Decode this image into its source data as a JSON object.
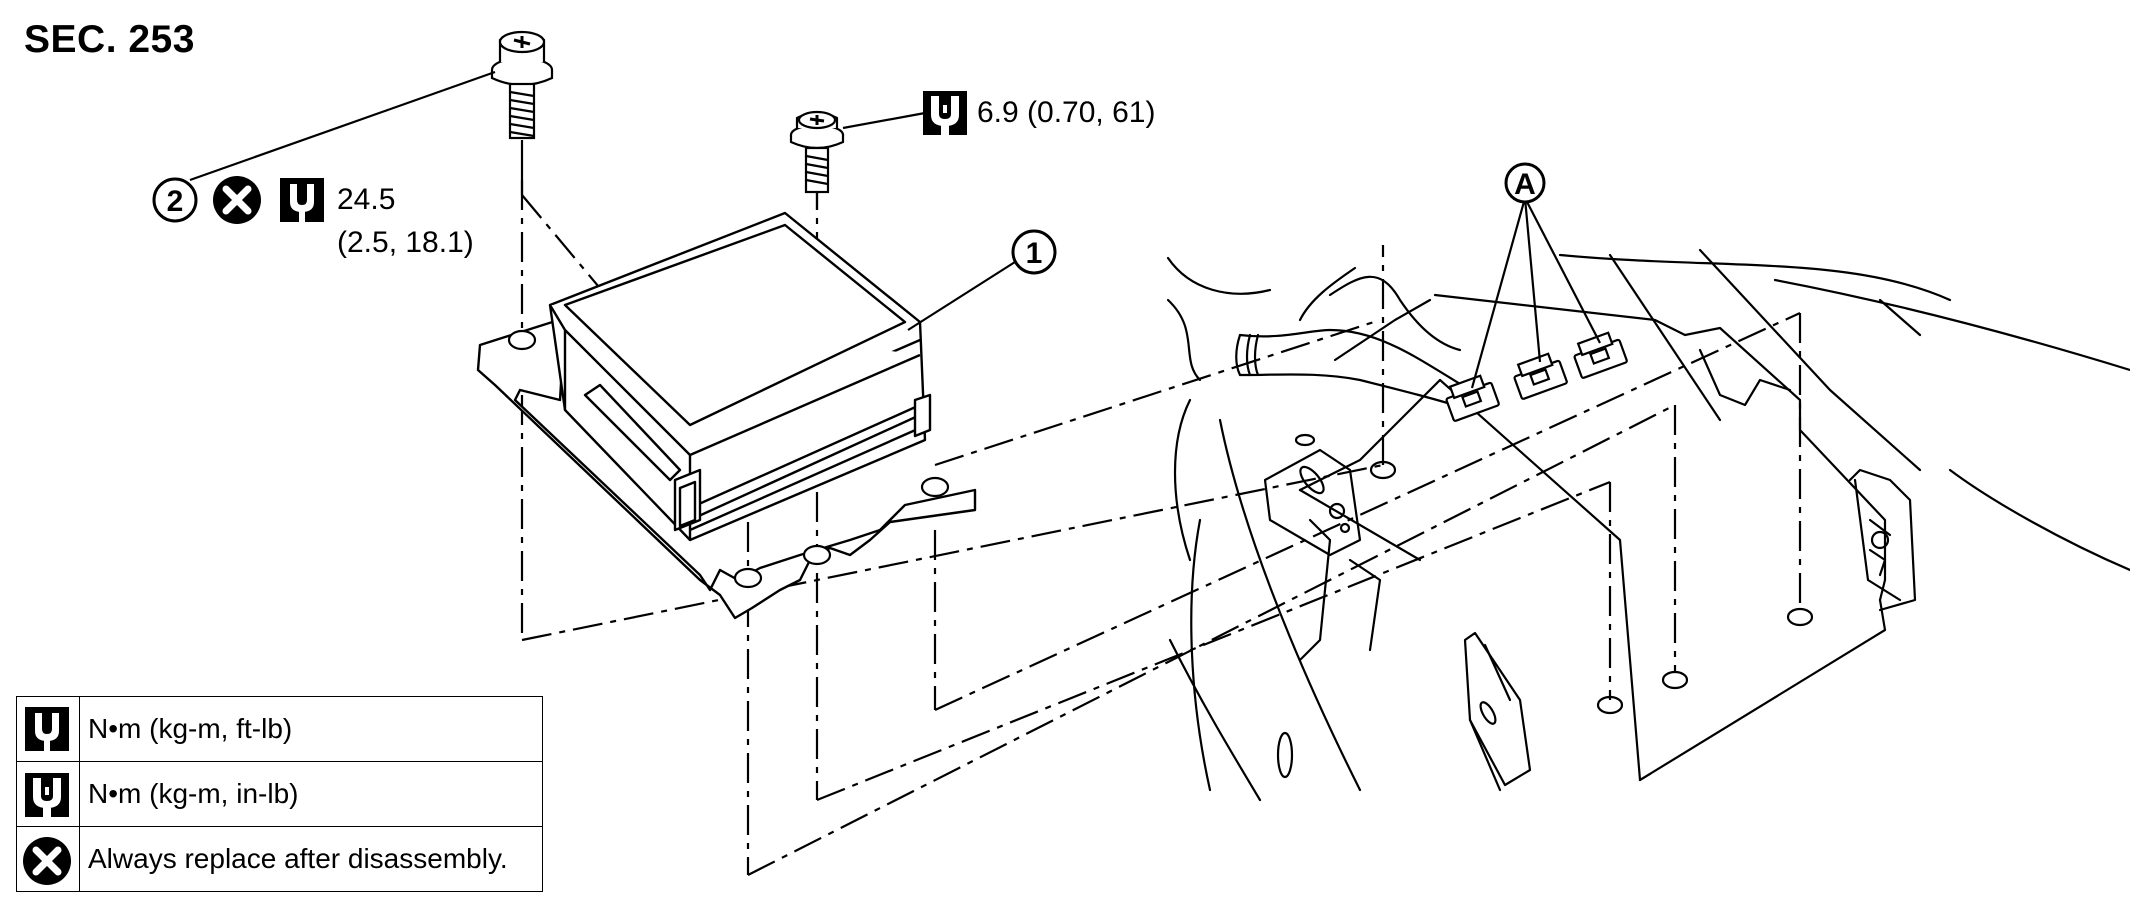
{
  "section_label": "SEC. 253",
  "callouts": {
    "part1_number": "1",
    "part2_number": "2",
    "connector_letter": "A",
    "torque_bolt_2_line1": "24.5",
    "torque_bolt_2_line2": "(2.5, 18.1)",
    "torque_small_bolt": "6.9 (0.70, 61)"
  },
  "legend": [
    {
      "icon": "torque-wrench-ft-lb-icon",
      "text": "N•m (kg-m, ft-lb)"
    },
    {
      "icon": "torque-wrench-in-lb-icon",
      "text": "N•m (kg-m, in-lb)"
    },
    {
      "icon": "always-replace-icon",
      "text": "Always replace after disassembly."
    }
  ],
  "colors": {
    "ink": "#000000",
    "background": "#ffffff"
  }
}
